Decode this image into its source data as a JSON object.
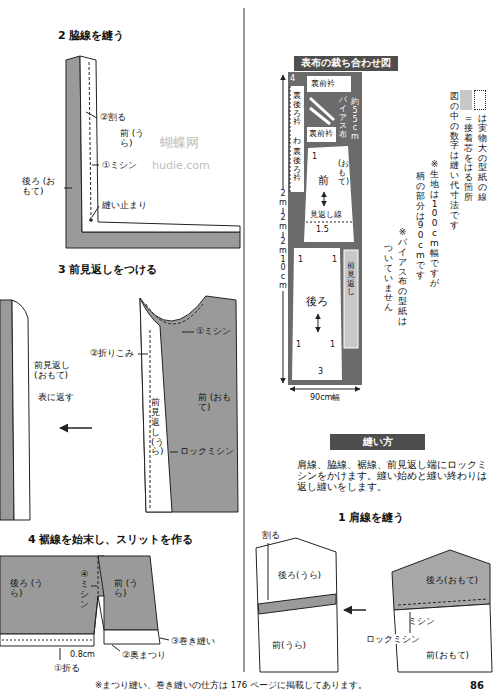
{
  "diagram": {
    "nodes": [
      {
        "text": [
          "表布の裁ち合わせ図"
        ]
      },
      {
        "text": [
          "縫い方"
        ]
      }
    ],
    "labels": [
      "2 脇線を縫う",
      "②割る",
      "前 (うら)",
      "①ミシン",
      "後ろ (おもて)",
      "縫い止まり",
      "蝴蝶网",
      "hudie.com",
      "3 前見返しをつける",
      "前見返し (おもて)",
      "表に返す",
      "②折りこみ",
      "①ミシン",
      "前 (おもて)",
      "前見返し(うら)",
      "ロックミシン",
      "4 裾線を始末し、スリットを作る",
      "後ろ (うら)",
      "④ミシン",
      "前 (うら)",
      "0.8cm",
      "①折る",
      "②奥まつり",
      "③巻き縫い",
      "※まつり縫い、巻き縫いの仕方は 176 ページに掲載してあります。",
      "86",
      "4",
      "裏前衿",
      "約55cm",
      "バイアス布",
      "裏後ろ衿",
      "わ",
      "裏後ろ衿",
      "裏前衿",
      "前",
      "(おもて)",
      "見返し線",
      "1.5",
      "前見返し",
      "後ろ",
      "1",
      "1",
      "1",
      "1",
      "1",
      "3",
      "2m",
      "2m",
      "2m10cm",
      "90cm幅",
      "図の中の数字は縫い代寸法です",
      "※生地は100cm幅ですが",
      "柄の部分は90cmです",
      "※バイアス布の型紙は",
      "ついていません",
      "肩線、脇線、裾線、前見返し端にロックミシンをかけます。縫い始めと縫い終わりは返し縫いをします。",
      "1 肩線を縫う",
      "割る",
      "後ろ(うら)",
      "後ろ(おもて)",
      "ミシン",
      "ロックミシン",
      "前(うら)",
      "前(おもて)"
    ],
    "legend": [
      {
        "text": "は実物大の型紙の線"
      },
      {
        "text": "=接着芯をはる箇所",
        "color": "#c8c8c8"
      }
    ]
  }
}
